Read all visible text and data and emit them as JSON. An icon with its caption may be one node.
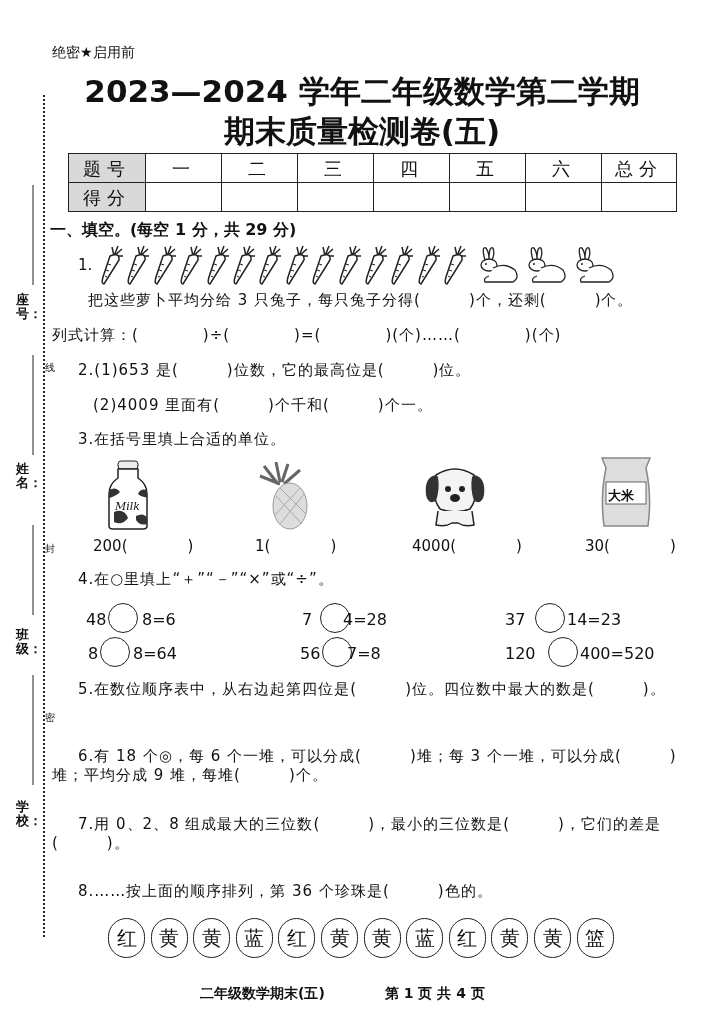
{
  "diagram": {
    "title": "2023—2024 学年二年级数学第二学期",
    "nodes": [
      {
        "text": [],
        "shape": "circle"
      },
      {
        "text": [],
        "shape": "circle"
      },
      {
        "text": [],
        "shape": "circle"
      },
      {
        "text": [],
        "shape": "circle"
      },
      {
        "text": [],
        "shape": "circle"
      },
      {
        "text": [],
        "shape": "circle"
      },
      {
        "text": [
          "红"
        ]
      },
      {
        "text": [
          "黄"
        ]
      },
      {
        "text": [
          "黄"
        ]
      },
      {
        "text": [
          "蓝"
        ]
      },
      {
        "text": [
          "红"
        ]
      },
      {
        "text": [
          "黄"
        ]
      },
      {
        "text": [
          "黄"
        ]
      },
      {
        "text": [
          "蓝"
        ]
      },
      {
        "text": [
          "红"
        ]
      },
      {
        "text": [
          "黄"
        ]
      },
      {
        "text": [
          "黄"
        ]
      },
      {
        "text": [
          "篮"
        ]
      }
    ],
    "labels": [
      "绝密★启用前",
      "期末质量检测卷(五)",
      "题号",
      "一",
      "二",
      "三",
      "四",
      "五",
      "六",
      "总分",
      "得分",
      "一、填空。(每空 1 分，共 29 分)",
      "1.",
      "把这些萝卜平均分给 3 只兔子，每只兔子分得(　　　)个，还剩(　　　)个。",
      "列式计算：(　　　　)÷(　　　　)=(　　　　)(个)……(　　　　)(个)",
      "2.(1)653 是(　　　)位数，它的最高位是(　　　)位。",
      "(2)4009 里面有(　　　)个千和(　　　)个一。",
      "3.在括号里填上合适的单位。",
      "Milk",
      "大米",
      "200(　　　　)",
      "1(　　　　)",
      "4000(　　　　)",
      "30(　　　　)",
      "4.在○里填上“＋”“－”“×”或“÷”。",
      "48",
      "8=6",
      "7",
      "4=28",
      "37",
      "14=23",
      "8",
      "8=64",
      "56",
      "7=8",
      "120",
      "400=520",
      "5.在数位顺序表中，从右边起第四位是(　　　)位。四位数中最大的数是(　　　)。",
      "6.有 18 个◎，每 6 个一堆，可以分成(　　　)堆；每 3 个一堆，可以分成(　　　)堆；平均分成 9 堆，每堆(　　　)个。",
      "7.用 0、2、8 组成最大的三位数(　　　)，最小的三位数是(　　　)，它们的差是(　　　)。",
      "8.……按上面的顺序排列，第 36 个珍珠是(　　　)色的。",
      "二年级数学期末(五)",
      "第 1 页 共 4 页",
      "座号：",
      "线",
      "姓名：",
      "封",
      "班级：",
      "密",
      "学校："
    ]
  }
}
